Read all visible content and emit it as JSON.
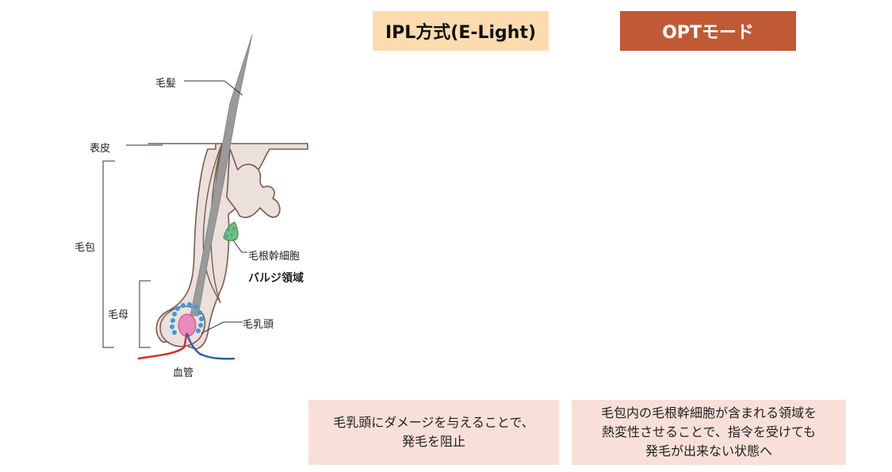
{
  "tabs": {
    "ipl": "IPL方式(E-Light)",
    "opt": "OPTモード"
  },
  "labels": {
    "hair": "毛髪",
    "epidermis": "表皮",
    "follicle": "毛包",
    "matrix": "毛母",
    "stem_cells": "毛根幹細胞",
    "bulge": "バルジ領域",
    "papilla": "毛乳頭",
    "blood_vessel": "血管"
  },
  "captions": {
    "ipl": [
      "毛乳頭にダメージを与えることで、",
      "発毛を阻止"
    ],
    "opt": [
      "毛包内の毛根幹細胞が含まれる領域を",
      "熱変性させることで、指令を受けても",
      "発毛が出来ない状態へ"
    ]
  },
  "colors": {
    "follicle_fill": "#ebe0dc",
    "follicle_stroke": "#7a5a4e",
    "hair": "#9a9a9a",
    "papilla": "#e98bb8",
    "matrix_cells": "#3a9ad9",
    "stem_cells": "#6fbf73",
    "artery": "#e02a2a",
    "vein": "#2a5fb0",
    "ipl_tab": "#fcdcae",
    "opt_tab": "#c05a35",
    "caption_bg": "#f8e0d8",
    "arrow": "#d42a2a"
  }
}
